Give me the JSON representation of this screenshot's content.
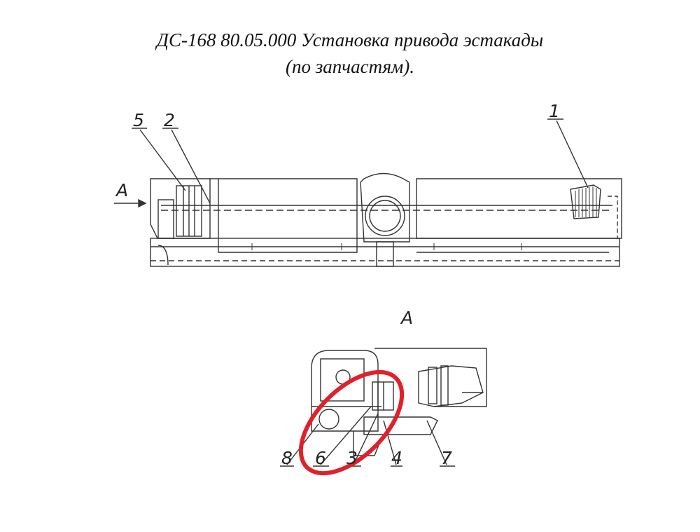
{
  "title": {
    "line1": "ДС-168 80.05.000 Установка привода эстакады",
    "line2": "(по запчастям)."
  },
  "view_a": {
    "arrow_label": "A",
    "section_label": "A"
  },
  "callouts_top": [
    "5",
    "2",
    "1"
  ],
  "callouts_bottom": [
    "8",
    "6",
    "3",
    "4",
    "7"
  ],
  "highlight_color": "#e0202a"
}
